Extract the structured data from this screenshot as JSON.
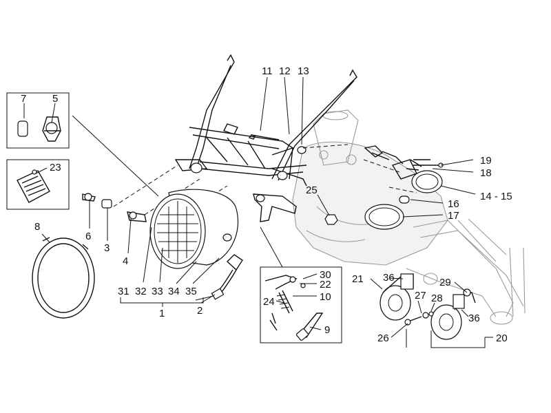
{
  "callouts": {
    "c1": "1",
    "c2": "2",
    "c3": "3",
    "c4": "4",
    "c5": "5",
    "c6": "6",
    "c7": "7",
    "c8": "8",
    "c9": "9",
    "c10": "10",
    "c11": "11",
    "c12": "12",
    "c13": "13",
    "c14_15": "14 - 15",
    "c16": "16",
    "c17": "17",
    "c18": "18",
    "c19": "19",
    "c20": "20",
    "c21": "21",
    "c22": "22",
    "c23": "23",
    "c24": "24",
    "c25": "25",
    "c26": "26",
    "c27": "27",
    "c28": "28",
    "c29": "29",
    "c30": "30",
    "c31": "31",
    "c32": "32",
    "c33": "33",
    "c34": "34",
    "c35": "35",
    "c36a": "36",
    "c36b": "36"
  }
}
